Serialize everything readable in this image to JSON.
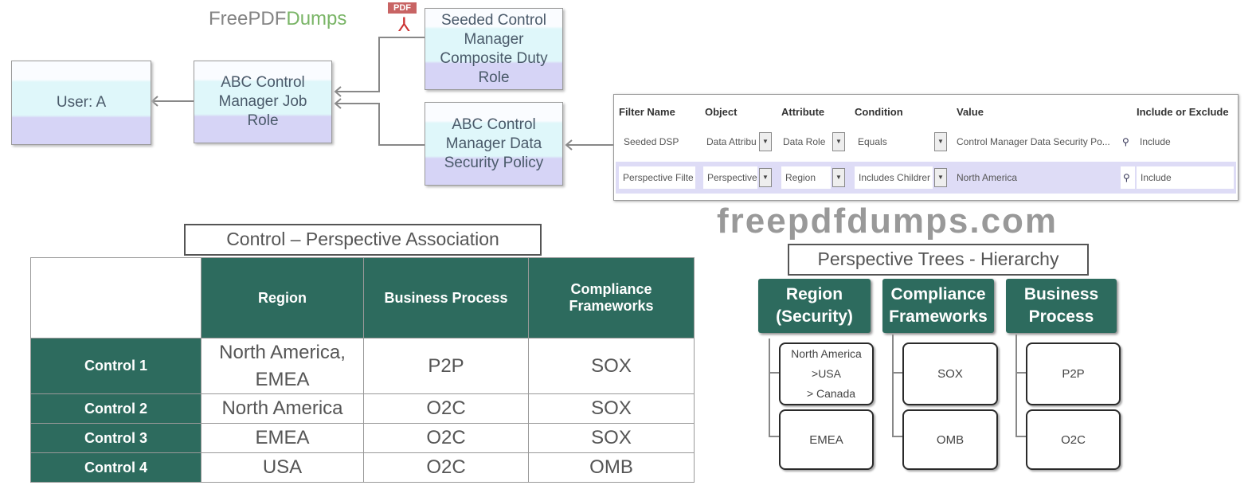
{
  "logo": {
    "pdf": "PDF",
    "brand1": "FreePDF",
    "brand2": "Dumps"
  },
  "flow": {
    "user": "User: A",
    "job_role": "ABC Control Manager Job Role",
    "duty_role": "Seeded Control Manager Composite Duty Role",
    "policy": "ABC Control Manager Data Security Policy"
  },
  "filter": {
    "headers": [
      "Filter Name",
      "Object",
      "Attribute",
      "Condition",
      "Value",
      "Include or Exclude"
    ],
    "rows": [
      [
        "Seeded DSP",
        "Data Attribu",
        "Data Role",
        "Equals",
        "Control Manager Data Security Po...",
        "Include"
      ],
      [
        "Perspective Filte",
        "Perspective",
        "Region",
        "Includes Childrer",
        "North America",
        "Include"
      ]
    ]
  },
  "assoc": {
    "title": "Control – Perspective Association",
    "headers": [
      "",
      "Region",
      "Business Process",
      "Compliance Frameworks"
    ],
    "rows": [
      [
        "Control 1",
        "North America, EMEA",
        "P2P",
        "SOX"
      ],
      [
        "Control 2",
        "North America",
        "O2C",
        "SOX"
      ],
      [
        "Control 3",
        "EMEA",
        "O2C",
        "SOX"
      ],
      [
        "Control 4",
        "USA",
        "O2C",
        "OMB"
      ]
    ]
  },
  "trees": {
    "title": "Perspective Trees - Hierarchy",
    "region": "Region (Security)",
    "compliance": "Compliance Frameworks",
    "business": "Business Process",
    "region_items": {
      "na": "North America",
      "usa": ">USA",
      "canada": "> Canada",
      "emea": "EMEA"
    },
    "compliance_items": [
      "SOX",
      "OMB"
    ],
    "business_items": [
      "P2P",
      "O2C"
    ]
  },
  "watermark": "freepdfdumps.com",
  "colors": {
    "header_green": "#2d6b5e"
  }
}
